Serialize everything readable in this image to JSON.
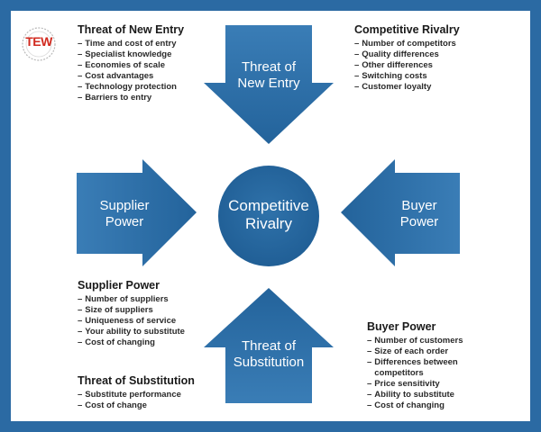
{
  "logo": {
    "text": "TEW",
    "icon": "tew-logo-icon"
  },
  "center": {
    "line1": "Competitive",
    "line2": "Rivalry"
  },
  "arrows": {
    "top": {
      "line1": "Threat of",
      "line2": "New Entry"
    },
    "left": {
      "line1": "Supplier",
      "line2": "Power"
    },
    "right": {
      "line1": "Buyer",
      "line2": "Power"
    },
    "bottom": {
      "line1": "Threat of",
      "line2": "Substitution"
    }
  },
  "blocks": {
    "new_entry": {
      "title": "Threat of New Entry",
      "items": [
        "Time and cost of entry",
        "Specialist knowledge",
        "Economies of scale",
        "Cost advantages",
        "Technology protection",
        "Barriers to entry"
      ]
    },
    "rivalry": {
      "title": "Competitive Rivalry",
      "items": [
        "Number of competitors",
        "Quality differences",
        "Other differences",
        "Switching costs",
        "Customer loyalty"
      ]
    },
    "supplier": {
      "title": "Supplier Power",
      "items": [
        "Number of suppliers",
        "Size of suppliers",
        "Uniqueness of service",
        "Your ability to substitute",
        "Cost of changing"
      ]
    },
    "buyer": {
      "title": "Buyer Power",
      "items": [
        "Number of customers",
        "Size of each order",
        "Differences between",
        "competitors",
        "Price sensitivity",
        "Ability to substitute",
        "Cost of changing"
      ]
    },
    "substitution": {
      "title": "Threat of Substitution",
      "items": [
        "Substitute performance",
        "Cost of change"
      ]
    }
  },
  "colors": {
    "frame": "#2b6aa3",
    "shape": "#2f6fa5",
    "logo_red": "#d12a1f"
  }
}
